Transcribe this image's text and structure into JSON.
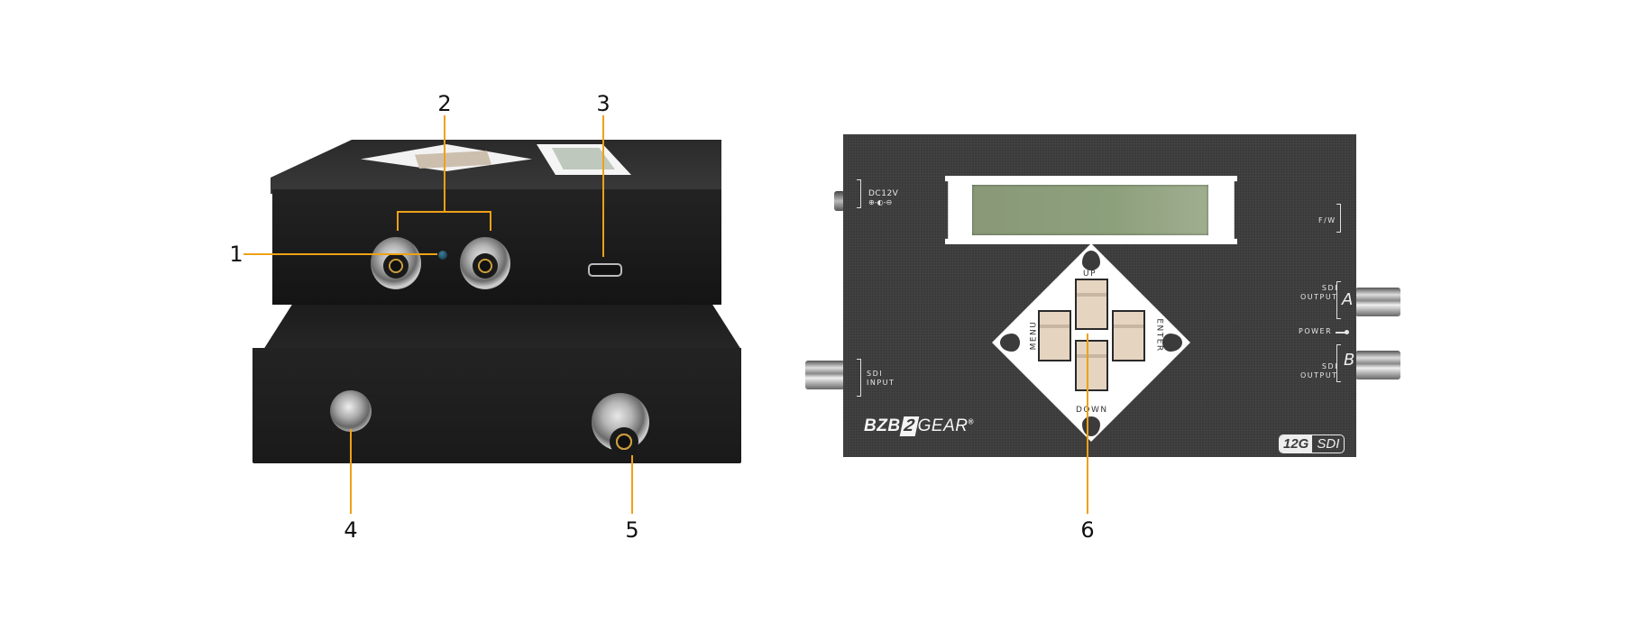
{
  "figure": {
    "description": "BZB Gear 12G-SDI device panel diagram with numbered callouts",
    "callout_color": "#f0a017"
  },
  "callouts": [
    {
      "number": "1",
      "target": "power-led"
    },
    {
      "number": "2",
      "target": "sdi-output-connectors"
    },
    {
      "number": "3",
      "target": "micro-usb-port"
    },
    {
      "number": "4",
      "target": "dc-12v-power-jack"
    },
    {
      "number": "5",
      "target": "sdi-input-connector"
    },
    {
      "number": "6",
      "target": "lcd-keypad"
    }
  ],
  "top_view": {
    "dc_label": "DC12V",
    "dc_polarity": "⊕-◐-⊖",
    "fw_label": "F/W",
    "sdi_output_label_line1": "SDI",
    "sdi_output_label_line2": "OUTPUT",
    "output_a": "A",
    "output_b": "B",
    "power_label": "POWER",
    "sdi_input_line1": "SDI",
    "sdi_input_line2": "INPUT",
    "keys": {
      "up": "UP",
      "down": "DOWN",
      "menu": "MENU",
      "enter": "ENTER"
    },
    "brand": {
      "pre": "BZB",
      "two": "2",
      "post": "GEAR",
      "reg": "®"
    },
    "badge": {
      "left": "12G",
      "right": "SDI"
    },
    "colors": {
      "panel": "#3b3b3b",
      "lcd": "#8da07c",
      "keys": "#e4d4c0"
    }
  }
}
